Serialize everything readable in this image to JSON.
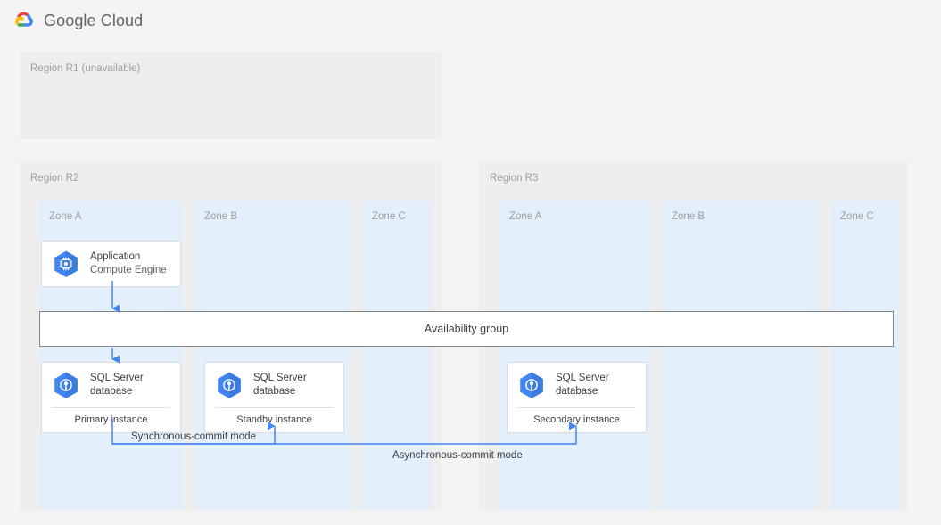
{
  "header": {
    "logo_icon": "google-cloud-logo-icon",
    "wordmark": "Google Cloud",
    "logo_colors": {
      "red": "#ea4335",
      "yellow": "#fbbc05",
      "green": "#34a853",
      "blue": "#4285f4"
    }
  },
  "theme": {
    "page_background": "#f4f4f4",
    "region_background": "#eeeeee",
    "zone_background": "#e3f0fb",
    "node_background": "#ffffff",
    "node_border": "#dadce0",
    "accent_blue": "#4285f4",
    "connector_blue": "#4285f4",
    "muted_text": "#9e9e9e",
    "body_text": "#3c4043",
    "availability_border": "#80868b"
  },
  "regions": [
    {
      "id": "r1",
      "label": "Region R1 (unavailable)",
      "zones": []
    },
    {
      "id": "r2",
      "label": "Region R2",
      "zones": [
        {
          "id": "r2-a",
          "label": "Zone A"
        },
        {
          "id": "r2-b",
          "label": "Zone B"
        },
        {
          "id": "r2-c",
          "label": "Zone C"
        }
      ]
    },
    {
      "id": "r3",
      "label": "Region R3",
      "zones": [
        {
          "id": "r3-a",
          "label": "Zone A"
        },
        {
          "id": "r3-b",
          "label": "Zone B"
        },
        {
          "id": "r3-c",
          "label": "Zone C"
        }
      ]
    }
  ],
  "nodes": [
    {
      "id": "application",
      "icon": "compute-engine-icon",
      "title": "Application",
      "subtitle": "Compute Engine",
      "footer": null,
      "region": "r2",
      "zone": "Zone A"
    },
    {
      "id": "primary",
      "icon": "sql-server-database-icon",
      "title": "SQL Server\ndatabase",
      "subtitle": null,
      "footer": "Primary instance",
      "region": "r2",
      "zone": "Zone A"
    },
    {
      "id": "standby",
      "icon": "sql-server-database-icon",
      "title": "SQL Server\ndatabase",
      "subtitle": null,
      "footer": "Standby instance",
      "region": "r2",
      "zone": "Zone B"
    },
    {
      "id": "secondary",
      "icon": "sql-server-database-icon",
      "title": "SQL Server\ndatabase",
      "subtitle": null,
      "footer": "Secondary instance",
      "region": "r3",
      "zone": "Zone A"
    }
  ],
  "availability_group": {
    "label": "Availability group"
  },
  "connections": [
    {
      "id": "app-to-ag",
      "from": "application",
      "to": "availability-group",
      "label": null,
      "arrow": "down"
    },
    {
      "id": "ag-to-primary",
      "from": "availability-group",
      "to": "primary",
      "label": null,
      "arrow": "down"
    },
    {
      "id": "primary-to-standby",
      "from": "primary",
      "to": "standby",
      "label": "Synchronous-commit mode",
      "arrow": "up"
    },
    {
      "id": "primary-to-secondary",
      "from": "primary",
      "to": "secondary",
      "label": "Asynchronous-commit mode",
      "arrow": "up"
    }
  ]
}
